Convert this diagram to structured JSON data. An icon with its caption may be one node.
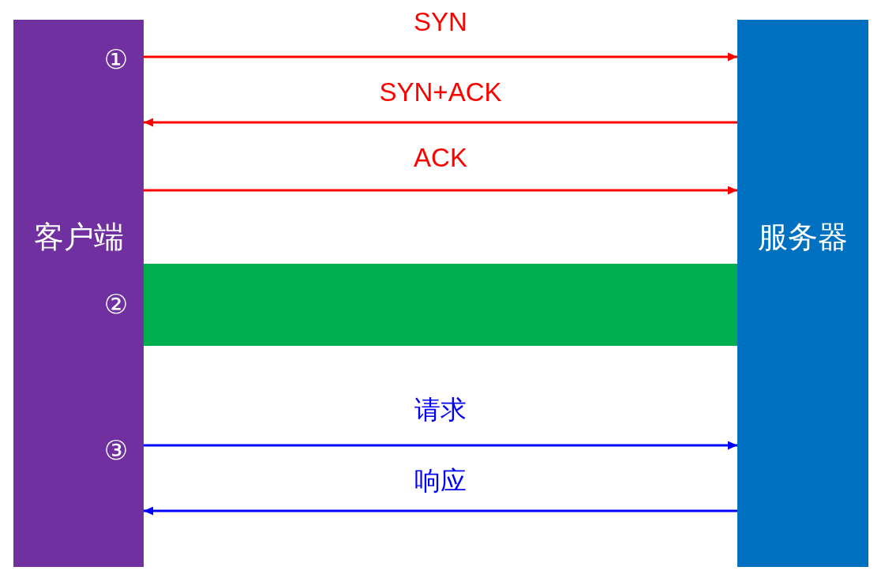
{
  "diagram": {
    "nodes": [
      {
        "text": [
          "客户端"
        ]
      },
      {
        "text": [
          "服务器"
        ]
      },
      {
        "text": [],
        "shape": "bar"
      }
    ],
    "edges": [
      {
        "from": 0,
        "to": 1,
        "arrow": "to",
        "label": "SYN"
      },
      {
        "from": 1,
        "to": 0,
        "arrow": "to",
        "label": "SYN+ACK"
      },
      {
        "from": 0,
        "to": 1,
        "arrow": "to",
        "label": "ACK"
      },
      {
        "from": 0,
        "to": 1,
        "arrow": "to",
        "label": "请求",
        "color": "#0000ff"
      },
      {
        "from": 1,
        "to": 0,
        "arrow": "to",
        "label": "响应",
        "color": "#0000ff"
      }
    ],
    "labels": [
      "①",
      "②",
      "③"
    ]
  }
}
